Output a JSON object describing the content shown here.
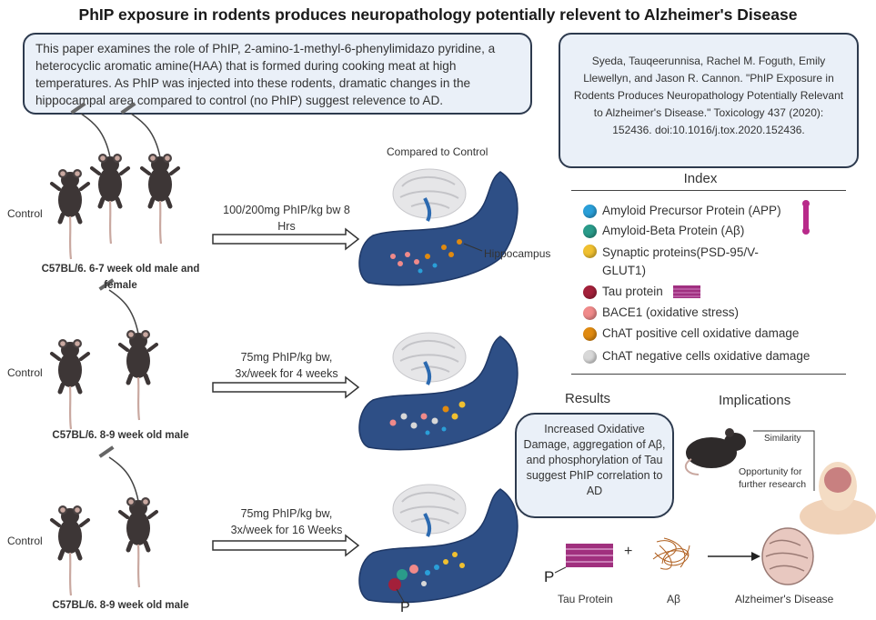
{
  "title": "PhIP exposure in rodents produces neuropathology potentially relevent to Alzheimer's Disease",
  "intro": "This paper examines the role of PhIP,  2-amino-1-methyl-6-phenylimidazo pyridine, a heterocyclic aromatic amine(HAA) that is formed during cooking meat at high temperatures. As PhIP was injected into these rodents, dramatic changes in the hippocampal area compared to control (no PhIP) suggest relevence to AD.",
  "citation": "Syeda, Tauqeerunnisa, Rachel M. Foguth, Emily Llewellyn, and Jason R. Cannon. \"PhIP Exposure in Rodents Produces Neuropathology Potentially Relevant to Alzheimer's Disease.\" Toxicology 437 (2020): 152436. doi:10.1016/j.tox.2020.152436.",
  "compared_label": "Compared to Control",
  "hippocampus_label": "Hippocampus",
  "rows": [
    {
      "control": "Control",
      "strain": "C57BL/6. 6-7 week old male and female",
      "dose": "100/200mg PhIP/kg bw 8 Hrs"
    },
    {
      "control": "Control",
      "strain": "C57BL/6. 8-9 week old male",
      "dose": "75mg PhIP/kg bw, 3x/week for 4 weeks"
    },
    {
      "control": "Control",
      "strain": "C57BL/6. 8-9 week old male",
      "dose": "75mg PhIP/kg bw, 3x/week for 16 Weeks"
    }
  ],
  "p_marker": "P",
  "index": {
    "title": "Index",
    "items": [
      {
        "label": "Amyloid Precursor Protein (APP)",
        "color": "#2a9fd8"
      },
      {
        "label": "Amyloid-Beta Protein (Aβ)",
        "color": "#2a9b8a"
      },
      {
        "label": "Synaptic proteins(PSD-95/V-GLUT1)",
        "color": "#f0c030"
      },
      {
        "label": "Tau protein",
        "color": "#a3203a"
      },
      {
        "label": "BACE1 (oxidative stress)",
        "color": "#f08a8a"
      },
      {
        "label": "ChAT positive cell oxidative damage",
        "color": "#e08a10"
      },
      {
        "label": "ChAT negative cells oxidative damage",
        "color": "#d8d8d8"
      }
    ]
  },
  "results": {
    "heading": "Results",
    "text": "Increased Oxidative Damage, aggregation of Aβ, and phosphorylation of Tau suggest PhIP correlation to AD"
  },
  "implications": {
    "heading": "Implications",
    "similarity": "Similarity",
    "opportunity": "Opportunity for further research"
  },
  "bottom": {
    "tau": "Tau Protein",
    "abeta": "Aβ",
    "plus": "+",
    "p": "P",
    "ad": "Alzheimer's Disease"
  }
}
